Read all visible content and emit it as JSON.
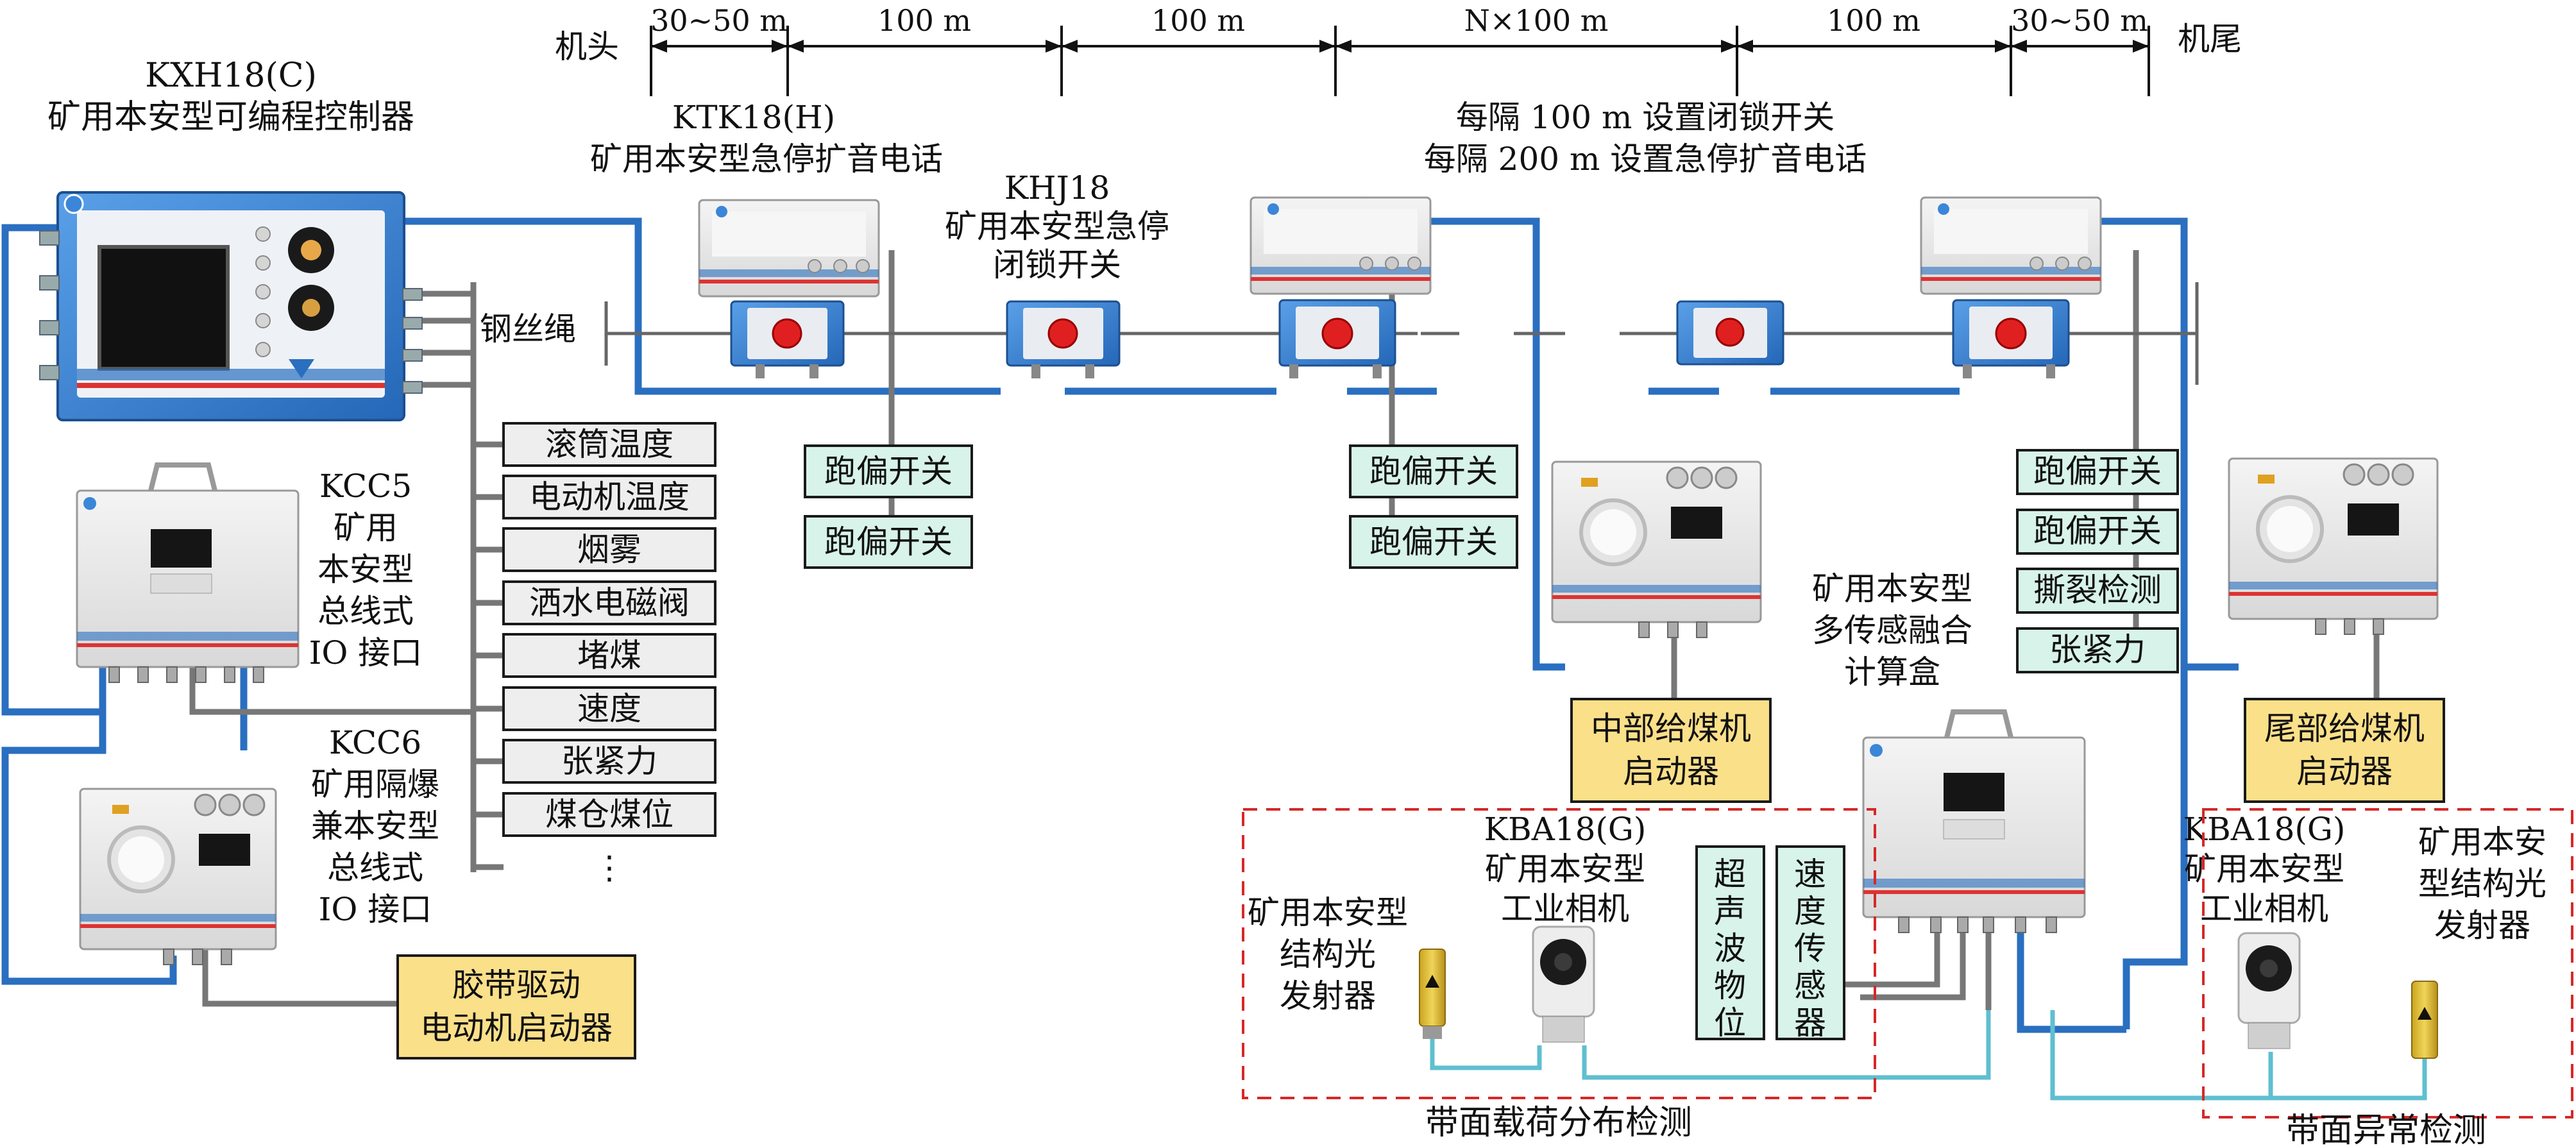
{
  "dimensions": {
    "head_label": "机头",
    "tail_label": "机尾",
    "segments": [
      "30~50 m",
      "100 m",
      "100 m",
      "N×100 m",
      "100 m",
      "30~50 m"
    ]
  },
  "devices": {
    "controller": {
      "title": "KXH18(C)",
      "subtitle": "矿用本安型可编程控制器"
    },
    "ktk": {
      "title": "KTK18(H)",
      "subtitle": "矿用本安型急停扩音电话"
    },
    "khj": {
      "title": "KHJ18",
      "line2": "矿用本安型急停",
      "line3": "闭锁开关"
    },
    "note": {
      "line1": "每隔 100 m 设置闭锁开关",
      "line2": "每隔 200 m 设置急停扩音电话"
    },
    "kcc5": {
      "lines": [
        "KCC5",
        "矿用",
        "本安型",
        "总线式",
        "IO 接口"
      ]
    },
    "kcc6": {
      "lines": [
        "KCC6",
        "矿用隔爆",
        "兼本安型",
        "总线式",
        "IO 接口"
      ]
    },
    "fusion": {
      "lines": [
        "矿用本安型",
        "多传感融合",
        "计算盒"
      ]
    },
    "camera_left": {
      "lines": [
        "KBA18(G)",
        "矿用本安型",
        "工业相机"
      ]
    },
    "camera_right": {
      "lines": [
        "KBA18(G)",
        "矿用本安型",
        "工业相机"
      ]
    },
    "emitter_left": {
      "lines": [
        "矿用本安型",
        "结构光",
        "发射器"
      ]
    },
    "emitter_right": {
      "lines": [
        "矿用本安",
        "型结构光",
        "发射器"
      ]
    }
  },
  "rope_label": "钢丝绳",
  "sensor_list": [
    "滚筒温度",
    "电动机温度",
    "烟雾",
    "洒水电磁阀",
    "堵煤",
    "速度",
    "张紧力",
    "煤仓煤位"
  ],
  "sensor_list_more": "⋮",
  "switch_boxes": {
    "left": [
      "跑偏开关",
      "跑偏开关"
    ],
    "mid": [
      "跑偏开关",
      "跑偏开关"
    ],
    "right": [
      "跑偏开关",
      "跑偏开关",
      "撕裂检测",
      "张紧力"
    ]
  },
  "starters": {
    "drive": [
      "胶带驱动",
      "电动机启动器"
    ],
    "mid_feeder": [
      "中部给煤机",
      "启动器"
    ],
    "tail_feeder": [
      "尾部给煤机",
      "启动器"
    ]
  },
  "vertical_sensors": {
    "ultrasonic": [
      "超",
      "声",
      "波",
      "物",
      "位"
    ],
    "speed": [
      "速",
      "度",
      "传",
      "感",
      "器"
    ]
  },
  "zones": {
    "load_detection": "带面载荷分布检测",
    "anomaly_detection": "带面异常检测"
  },
  "colors": {
    "blue_cable": "#2a6fc0",
    "gray_cable": "#777777",
    "teal_cable": "#5fbfd0",
    "green_box": "#d7f3ea",
    "yellow_box": "#fbe08a",
    "gray_box": "#eeeeee",
    "dashed_zone": "#d62828",
    "estop_red": "#e02020"
  },
  "icons": [
    "controller-device",
    "phone-device",
    "estop-switch",
    "io-box",
    "camera",
    "laser-emitter",
    "brand-logo"
  ]
}
